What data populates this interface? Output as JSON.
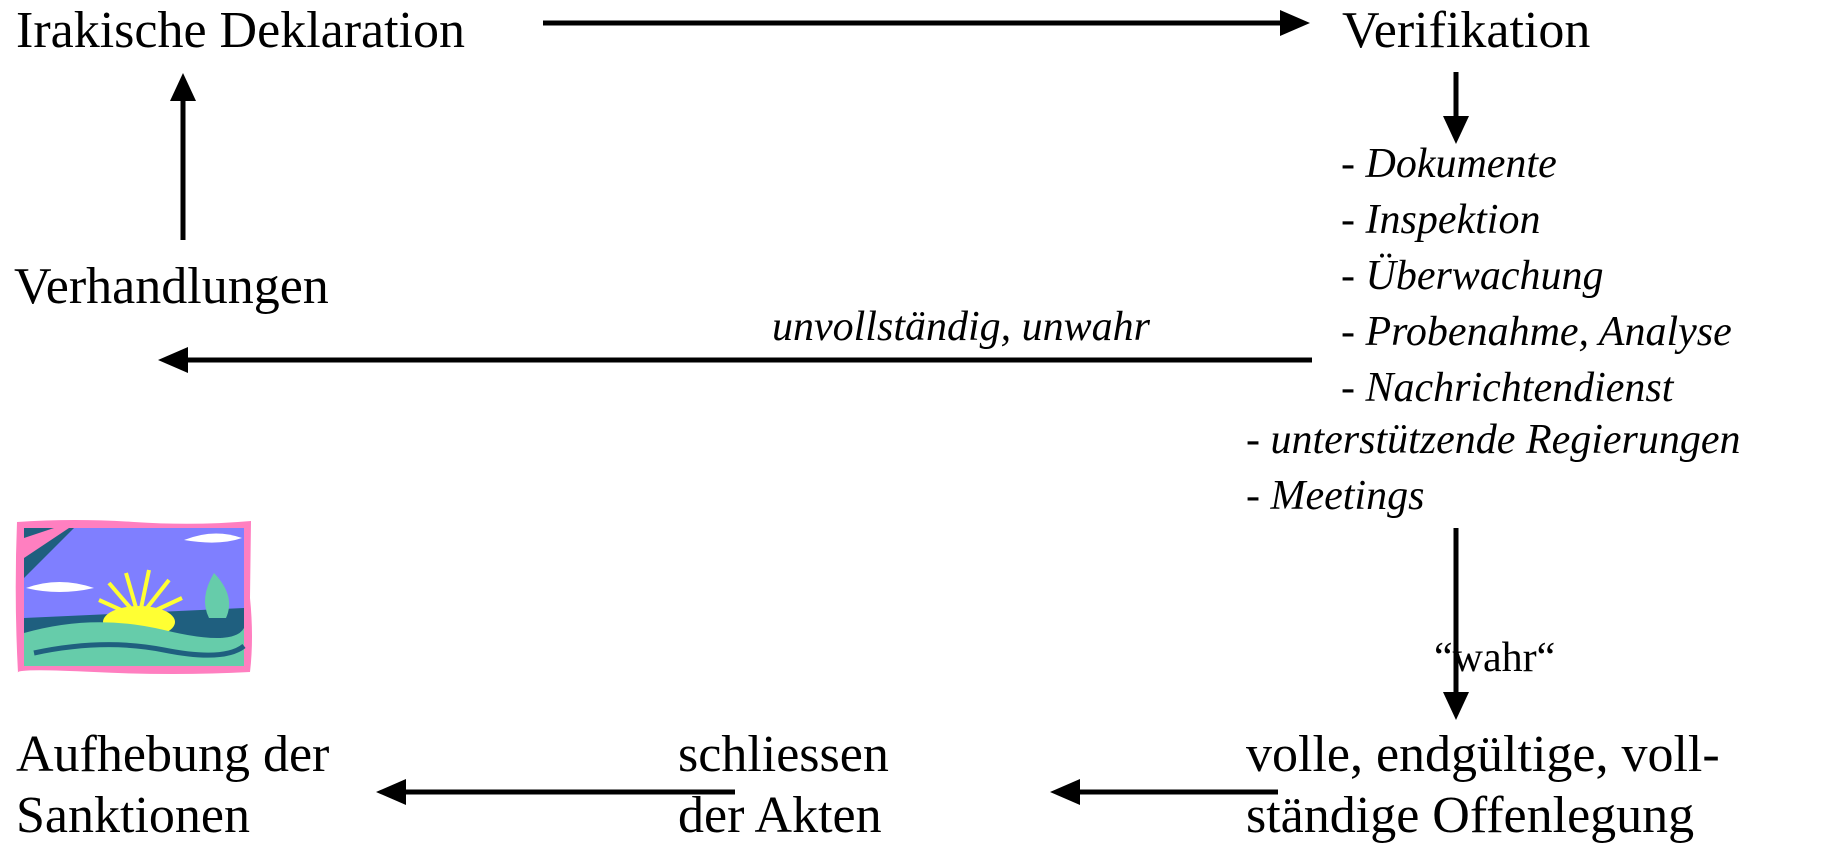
{
  "nodes": {
    "declaration": "Irakische Deklaration",
    "verification": "Verifikation",
    "negotiations": "Verhandlungen",
    "lifting_line1": "Aufhebung der",
    "lifting_line2": "Sanktionen",
    "close_line1": "schliessen",
    "close_line2": "der Akten",
    "disclosure_line1": "volle, endgültige, voll-",
    "disclosure_line2": "ständige Offenlegung"
  },
  "verification_methods": [
    "- Dokumente",
    "- Inspektion",
    "- Überwachung",
    "- Probenahme, Analyse",
    "- Nachrichtendienst"
  ],
  "extra_sources": [
    "- unterstützende Regierungen",
    "- Meetings"
  ],
  "edge_labels": {
    "incomplete": "unvollständig, unwahr",
    "true": "“wahr“"
  },
  "clipart": {
    "icon": "sunrise-landscape-icon",
    "colors": {
      "border": "#ff7fc0",
      "sky": "#7f7fff",
      "dark": "#1f5f7f",
      "sun": "#ffff33",
      "hills": "#66ccaa",
      "cloud": "#ffffff"
    }
  }
}
